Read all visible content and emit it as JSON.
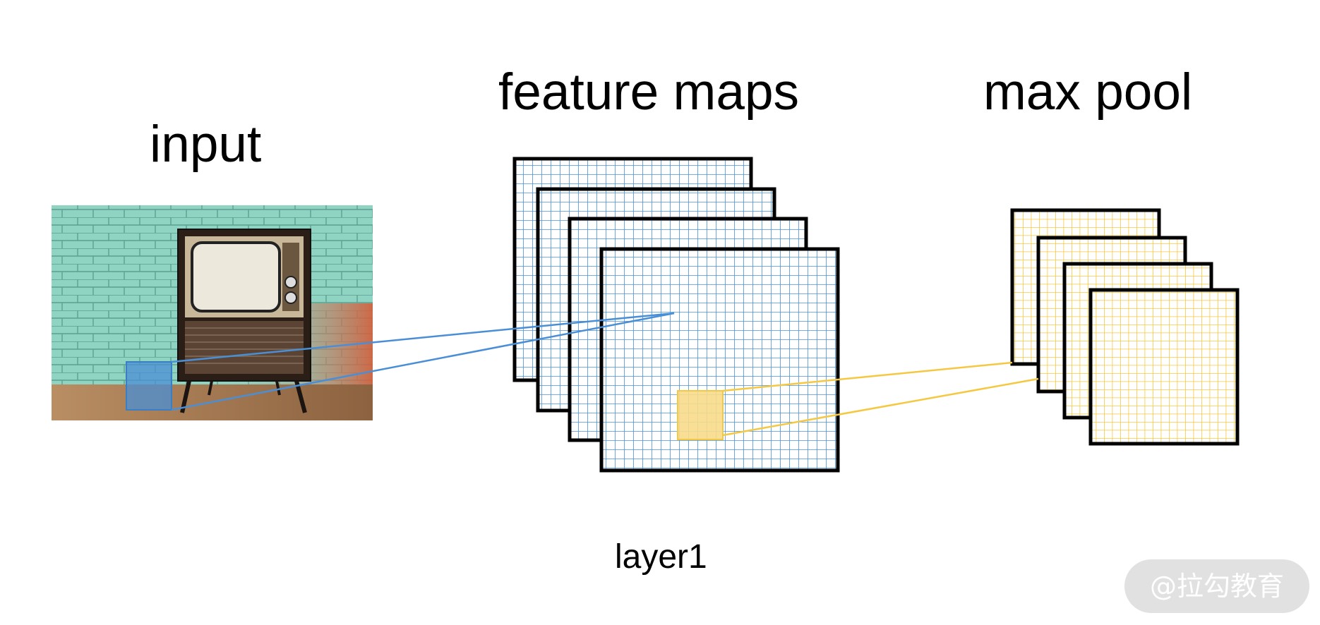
{
  "labels": {
    "input": "input",
    "feature_maps": "feature maps",
    "max_pool": "max pool",
    "layer": "layer1"
  },
  "watermark": "@拉勾教育",
  "colors": {
    "feature_grid": "#4a90d9",
    "pool_grid": "#f5c842",
    "input_receptive_field": "#4a8fd6",
    "pool_window": "#f7dc8a",
    "frame_border": "#000000"
  },
  "input_image": {
    "subject": "retro television on legs in front of a mint-green brick wall"
  },
  "feature_maps": {
    "count": 4
  },
  "max_pool": {
    "count": 4
  }
}
